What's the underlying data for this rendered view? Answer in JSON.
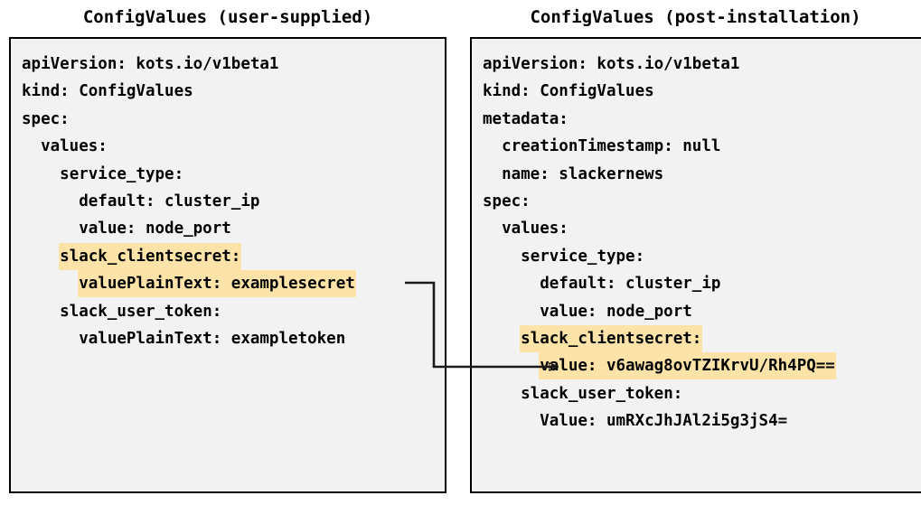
{
  "diagram": {
    "type": "flow-annotation",
    "title_font": "monospace-bold",
    "colors": {
      "panel_background": "#f2f2f2",
      "panel_border": "#000000",
      "highlight": "#fde3a7",
      "text": "#000000",
      "connector": "#1a1a1a",
      "page_background": "#ffffff"
    }
  },
  "panels": {
    "left": {
      "title": "ConfigValues (user-supplied)",
      "lines": [
        {
          "text": "apiVersion: kots.io/v1beta1",
          "indent": 0,
          "highlight": false
        },
        {
          "text": "kind: ConfigValues",
          "indent": 0,
          "highlight": false
        },
        {
          "text": "spec:",
          "indent": 0,
          "highlight": false
        },
        {
          "text": "values:",
          "indent": 1,
          "highlight": false
        },
        {
          "text": "service_type:",
          "indent": 2,
          "highlight": false
        },
        {
          "text": "default: cluster_ip",
          "indent": 3,
          "highlight": false
        },
        {
          "text": "value: node_port",
          "indent": 3,
          "highlight": false
        },
        {
          "text": "slack_clientsecret:",
          "indent": 2,
          "highlight": true
        },
        {
          "text": "valuePlainText: examplesecret",
          "indent": 3,
          "highlight": true
        },
        {
          "text": "slack_user_token:",
          "indent": 2,
          "highlight": false
        },
        {
          "text": "valuePlainText: exampletoken",
          "indent": 3,
          "highlight": false
        }
      ]
    },
    "right": {
      "title": "ConfigValues (post-installation)",
      "lines": [
        {
          "text": "apiVersion: kots.io/v1beta1",
          "indent": 0,
          "highlight": false
        },
        {
          "text": "kind: ConfigValues",
          "indent": 0,
          "highlight": false
        },
        {
          "text": "metadata:",
          "indent": 0,
          "highlight": false
        },
        {
          "text": "creationTimestamp: null",
          "indent": 1,
          "highlight": false
        },
        {
          "text": "name: slackernews",
          "indent": 1,
          "highlight": false
        },
        {
          "text": "spec:",
          "indent": 0,
          "highlight": false
        },
        {
          "text": "values:",
          "indent": 1,
          "highlight": false
        },
        {
          "text": "service_type:",
          "indent": 2,
          "highlight": false
        },
        {
          "text": "default: cluster_ip",
          "indent": 3,
          "highlight": false
        },
        {
          "text": "value: node_port",
          "indent": 3,
          "highlight": false
        },
        {
          "text": "slack_clientsecret:",
          "indent": 2,
          "highlight": true
        },
        {
          "text": "value: v6awag8ovTZIKrvU/Rh4PQ==",
          "indent": 3,
          "highlight": true
        },
        {
          "text": "slack_user_token:",
          "indent": 2,
          "highlight": false
        },
        {
          "text": "Value: umRXcJhJAl2i5g3jS4=",
          "indent": 3,
          "highlight": false
        }
      ]
    }
  },
  "connector": {
    "name": "secret-encryption-arrow",
    "from": "left.valuePlainText: examplesecret",
    "to": "right.value: v6awag8ovTZIKrvU/Rh4PQ=="
  }
}
